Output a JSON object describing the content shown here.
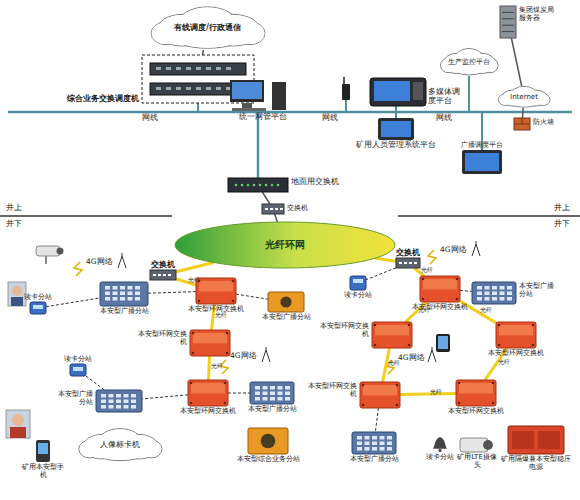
{
  "diagram": {
    "nodes": [
      {
        "text": [
          "有线调度/行政通信"
        ]
      },
      {
        "text": [
          "综合业务交换调度机"
        ]
      },
      {
        "text": [
          "统一网管平台"
        ]
      },
      {
        "text": [
          "矿用人员管理系统平台"
        ]
      },
      {
        "text": [
          "生产监控平台"
        ]
      },
      {
        "text": [
          "集团煤炭局服务器"
        ]
      },
      {
        "text": [
          "Internet"
        ]
      },
      {
        "text": [
          "防火墙"
        ]
      },
      {
        "text": [
          "广播调度平台"
        ]
      },
      {
        "text": [
          "地面用交换机"
        ]
      },
      {
        "text": [
          "交换机"
        ]
      },
      {
        "text": [
          "光纤环网"
        ]
      },
      {
        "text": [
          "交换机"
        ]
      },
      {
        "text": [
          "读卡分站"
        ]
      },
      {
        "text": [
          "本安型广播分站"
        ]
      },
      {
        "text": [
          "本安型环网交换机"
        ]
      },
      {
        "text": [
          "本安型广播分站"
        ]
      },
      {
        "text": [
          "本安型环网交换机"
        ]
      },
      {
        "text": [
          "读卡分站"
        ]
      },
      {
        "text": [
          "本安型广播分站"
        ]
      },
      {
        "text": [
          "本安型环网交换机"
        ]
      },
      {
        "text": [
          "本安型广播分站"
        ]
      },
      {
        "text": [
          "人像标卡机"
        ]
      },
      {
        "text": [
          "矿用本安型手机"
        ]
      },
      {
        "text": [
          "本安型综合业务分站"
        ]
      },
      {
        "text": [
          "交换机"
        ]
      },
      {
        "text": [
          "读卡分站"
        ]
      },
      {
        "text": [
          "本安型环网交换机"
        ]
      },
      {
        "text": [
          "本安型广播分站"
        ]
      },
      {
        "text": [
          "本安型环网交换机"
        ]
      },
      {
        "text": [
          "本安型环网交换机"
        ]
      },
      {
        "text": [
          "本安型环网交换机"
        ]
      },
      {
        "text": [
          "本安型环网交换机"
        ]
      },
      {
        "text": [
          "本安型广播分站"
        ]
      },
      {
        "text": [
          "读卡分站"
        ]
      },
      {
        "text": [
          "矿用LTE摄像头"
        ]
      },
      {
        "text": [
          "矿用隔爆兼本安型稳压电源"
        ]
      }
    ],
    "edges": [
      {
        "from": 0,
        "to": 1,
        "arrow": "none"
      },
      {
        "from": 5,
        "to": 6,
        "arrow": "none"
      },
      {
        "from": 6,
        "to": 7,
        "arrow": "none"
      },
      {
        "from": 9,
        "to": 10,
        "arrow": "none"
      },
      {
        "from": 10,
        "to": 11,
        "arrow": "none"
      },
      {
        "from": 11,
        "to": 12,
        "arrow": "none"
      },
      {
        "from": 11,
        "to": 25,
        "arrow": "none"
      },
      {
        "from": 12,
        "to": 15,
        "label": "光纤",
        "arrow": "none"
      },
      {
        "from": 15,
        "to": 17,
        "label": "光纤",
        "arrow": "none"
      },
      {
        "from": 17,
        "to": 20,
        "label": "光纤",
        "arrow": "none"
      },
      {
        "from": 15,
        "to": 14,
        "arrow": "none"
      },
      {
        "from": 15,
        "to": 16,
        "arrow": "none"
      },
      {
        "from": 13,
        "to": 14,
        "arrow": "none"
      },
      {
        "from": 20,
        "to": 19,
        "arrow": "none"
      },
      {
        "from": 20,
        "to": 21,
        "arrow": "none"
      },
      {
        "from": 18,
        "to": 19,
        "arrow": "none"
      },
      {
        "from": 25,
        "to": 27,
        "label": "光纤",
        "arrow": "none"
      },
      {
        "from": 25,
        "to": 26,
        "arrow": "none"
      },
      {
        "from": 27,
        "to": 30,
        "label": "光纤",
        "arrow": "none"
      },
      {
        "from": 27,
        "to": 29,
        "label": "光纤",
        "arrow": "none"
      },
      {
        "from": 29,
        "to": 31,
        "label": "光纤",
        "arrow": "none"
      },
      {
        "from": 31,
        "to": 32,
        "label": "光纤",
        "arrow": "none"
      },
      {
        "from": 30,
        "to": 32,
        "label": "光纤",
        "arrow": "none"
      },
      {
        "from": 27,
        "to": 28,
        "arrow": "none"
      },
      {
        "from": 31,
        "to": 33,
        "arrow": "none"
      }
    ],
    "labels": [
      "网线",
      "网线",
      "网线",
      "多媒体调度平台",
      "井上",
      "井上",
      "井下",
      "井下",
      "4G网络",
      "4G网络",
      "4G网络",
      "4G网络"
    ]
  }
}
